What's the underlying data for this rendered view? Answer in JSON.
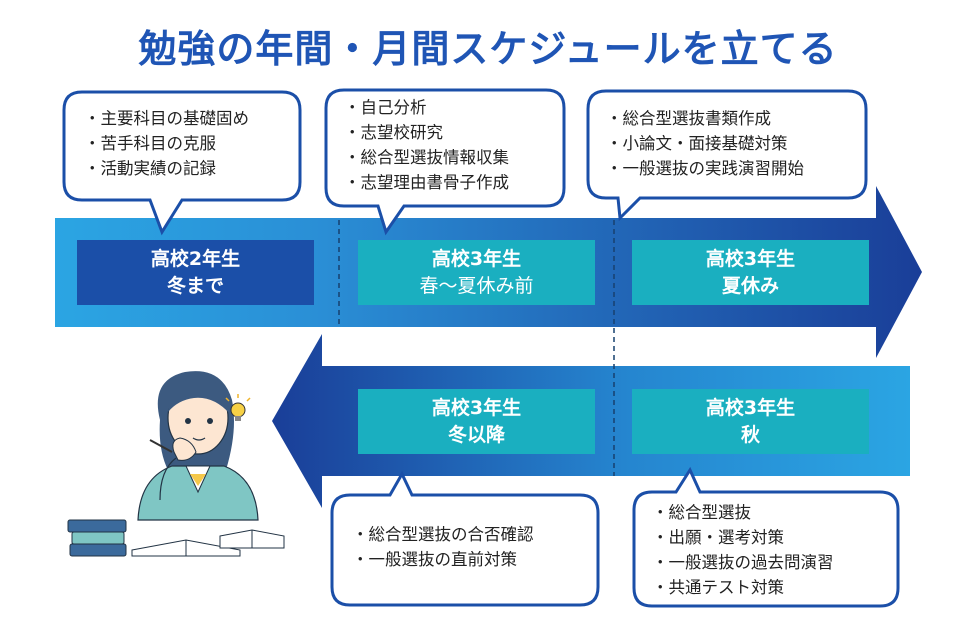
{
  "title": "勉強の年間・月間スケジュールを立てる",
  "stages": [
    {
      "label": "高校2年生",
      "period": "冬まで"
    },
    {
      "label": "高校3年生",
      "period": "春〜夏休み前"
    },
    {
      "label": "高校3年生",
      "period": "夏休み"
    },
    {
      "label": "高校3年生",
      "period": "冬以降"
    },
    {
      "label": "高校3年生",
      "period": "秋"
    }
  ],
  "bubbles": [
    {
      "items": [
        "・主要科目の基礎固め",
        "・苦手科目の克服",
        "・活動実績の記録"
      ]
    },
    {
      "items": [
        "・自己分析",
        "・志望校研究",
        "・総合型選抜情報収集",
        "・志望理由書骨子作成"
      ]
    },
    {
      "items": [
        "・総合型選抜書類作成",
        "・小論文・面接基礎対策",
        "・一般選抜の実践演習開始"
      ]
    },
    {
      "items": [
        "・総合型選抜の合否確認",
        "・一般選抜の直前対策"
      ]
    },
    {
      "items": [
        "・総合型選抜",
        "・出願・選考対策",
        "・一般選抜の過去問演習",
        "・共通テスト対策"
      ]
    }
  ],
  "colors": {
    "title": "#1f55b5",
    "arrow_light": "#2aa3e0",
    "arrow_dark": "#1a3f9a",
    "stage_dark": "#1b4fa8",
    "stage_teal": "#1aafc0",
    "bubble_border": "#1b4fa8"
  },
  "illustration": {
    "icons": [
      "student-icon",
      "lightbulb-icon",
      "books-icon"
    ]
  }
}
